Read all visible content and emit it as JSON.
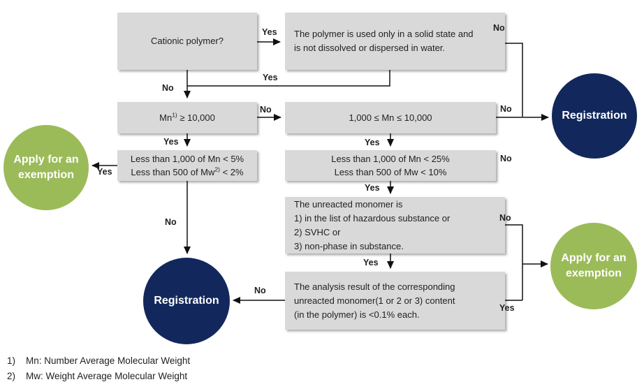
{
  "colors": {
    "box-fill": "#d9d9d9",
    "navy": "#12285c",
    "green": "#9bbb59",
    "line": "#111111",
    "text": "#1f1f1f"
  },
  "nodes": {
    "cationic": {
      "text": "Cationic polymer?"
    },
    "solid_state": {
      "lines": [
        "The polymer is used only in a solid state and",
        "is not dissolved or dispersed in water."
      ]
    },
    "mn_threshold": {
      "pre": "Mn",
      "sup": "1)",
      "post": " ≥ 10,000"
    },
    "mn_range": {
      "text": "1,000 ≤ Mn ≤ 10,000"
    },
    "low_oligomer_strict": {
      "line1": "Less than 1,000 of Mn < 5%",
      "line2_pre": "Less than 500 of Mw",
      "line2_sup": "2)",
      "line2_post": " < 2%"
    },
    "low_oligomer_relaxed": {
      "lines": [
        "Less than 1,000 of Mn < 25%",
        "Less than 500 of Mw < 10%"
      ]
    },
    "unreacted_monomer": {
      "lines": [
        "The unreacted monomer is",
        "1) in the list of hazardous substance or",
        "2) SVHC or",
        "3) non-phase in substance."
      ]
    },
    "analysis_result": {
      "lines": [
        "The analysis result of the corresponding",
        "unreacted monomer(1 or 2 or 3) content",
        "(in the polymer) is <0.1% each."
      ]
    }
  },
  "terminals": {
    "exemption_left": {
      "lines": [
        "Apply for an",
        "exemption"
      ]
    },
    "registration_right": {
      "text": "Registration"
    },
    "registration_bottom": {
      "text": "Registration"
    },
    "exemption_right": {
      "lines": [
        "Apply for an",
        "exemption"
      ]
    }
  },
  "edge_labels": {
    "cationic_yes": "Yes",
    "cationic_no": "No",
    "solid_yes": "Yes",
    "solid_no": "No",
    "mn_threshold_no": "No",
    "mn_threshold_yes": "Yes",
    "low_strict_yes": "Yes",
    "low_strict_no": "No",
    "mn_range_no": "No",
    "mn_range_yes": "Yes",
    "low_relaxed_no": "No",
    "low_relaxed_yes": "Yes",
    "unreacted_no": "No",
    "unreacted_yes": "Yes",
    "analysis_no": "No",
    "analysis_yes": "Yes"
  },
  "footnotes": [
    {
      "num": "1)",
      "text": "Mn: Number Average Molecular Weight"
    },
    {
      "num": "2)",
      "text": "Mw: Weight Average Molecular Weight"
    }
  ]
}
